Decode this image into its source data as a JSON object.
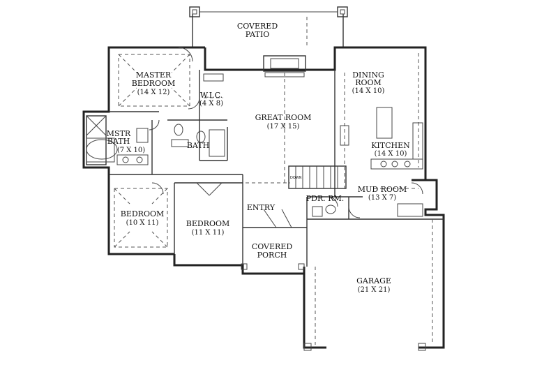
{
  "rooms": {
    "covered_patio": {
      "line1": "COVERED",
      "line2": "PATIO"
    },
    "master_bedroom": {
      "line1": "MASTER",
      "line2": "BEDROOM",
      "dims": "(14 X 12)"
    },
    "wic": {
      "label": "W.I.C.",
      "dims": "(4 X 8)"
    },
    "mstr_bath": {
      "line1": "MSTR",
      "line2": "BATH",
      "dims": "(7 X 10)"
    },
    "bath": {
      "label": "BATH"
    },
    "great_room": {
      "label": "GREAT ROOM",
      "dims": "(17 X 15)"
    },
    "dining_room": {
      "line1": "DINING",
      "line2": "ROOM",
      "dims": "(14 X 10)"
    },
    "kitchen": {
      "label": "KITCHEN",
      "dims": "(14 X 10)"
    },
    "bedroom_left": {
      "label": "BEDROOM",
      "dims": "(10 X 11)"
    },
    "bedroom_center": {
      "label": "BEDROOM",
      "dims": "(11 X 11)"
    },
    "entry": {
      "label": "ENTRY"
    },
    "covered_porch": {
      "line1": "COVERED",
      "line2": "PORCH"
    },
    "pdr_rm": {
      "label": "PDR. RM."
    },
    "mud_room": {
      "label": "MUD ROOM",
      "dims": "(13 X 7)"
    },
    "garage": {
      "label": "GARAGE",
      "dims": "(21 X 21)"
    }
  },
  "stair_label": "DOWN"
}
